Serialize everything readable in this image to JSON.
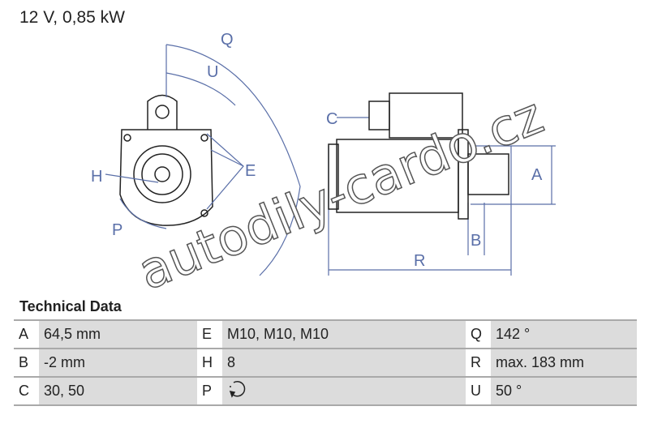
{
  "title": "12 V, 0,85 kW",
  "drawing_labels": {
    "Q": "Q",
    "U": "U",
    "E": "E",
    "H": "H",
    "P": "P",
    "C": "C",
    "A": "A",
    "B": "B",
    "R": "R"
  },
  "watermark": "autodily-cardo.cz",
  "section_title": "Technical Data",
  "rows": [
    [
      {
        "k": "A",
        "v": "64,5 mm"
      },
      {
        "k": "E",
        "v": "M10, M10, M10"
      },
      {
        "k": "Q",
        "v": "142 °"
      }
    ],
    [
      {
        "k": "B",
        "v": "-2 mm"
      },
      {
        "k": "H",
        "v": "8"
      },
      {
        "k": "R",
        "v": "max. 183 mm"
      }
    ],
    [
      {
        "k": "C",
        "v": "30, 50"
      },
      {
        "k": "P",
        "v": ""
      },
      {
        "k": "U",
        "v": "50 °"
      }
    ]
  ]
}
